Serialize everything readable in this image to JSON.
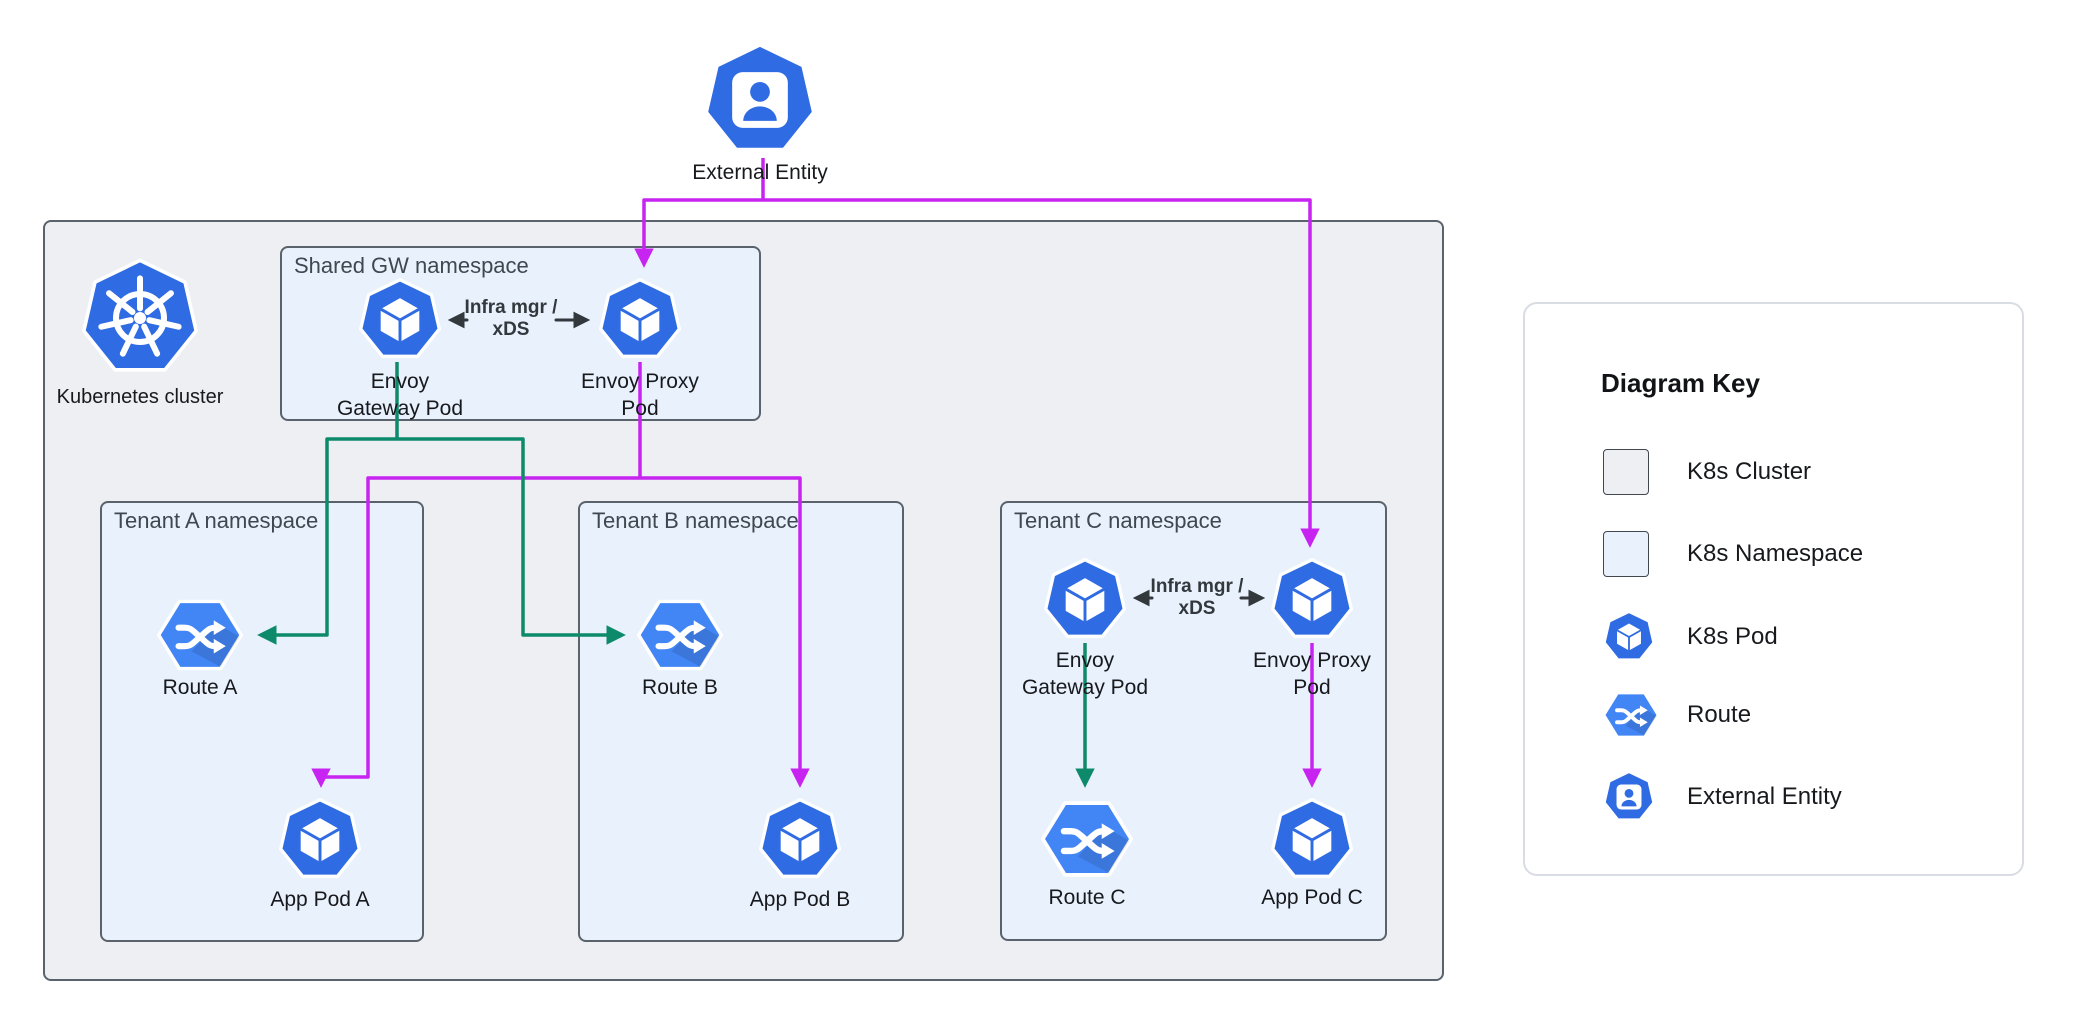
{
  "colors": {
    "pod_blue": "#2f6be2",
    "route_blue": "#4285f4",
    "cluster_bg": "#edeff2",
    "namespace_bg": "#e9f1fc",
    "box_border": "#5a626b",
    "traffic_magenta": "#c724f2",
    "route_attach_green": "#0d8a6a",
    "control_arrow_dark": "#33383d"
  },
  "external_entity": {
    "label": "External Entity"
  },
  "cluster": {
    "label": "Kubernetes cluster"
  },
  "shared_namespace": {
    "title": "Shared GW namespace",
    "gateway_pod": {
      "line1": "Envoy",
      "line2": "Gateway Pod"
    },
    "proxy_pod": {
      "line1": "Envoy Proxy",
      "line2": "Pod"
    },
    "link": {
      "line1": "Infra mgr /",
      "line2": "xDS"
    }
  },
  "tenants": [
    {
      "title": "Tenant A namespace",
      "route": "Route A",
      "app_pod": "App Pod A"
    },
    {
      "title": "Tenant B namespace",
      "route": "Route B",
      "app_pod": "App Pod B"
    },
    {
      "title": "Tenant C namespace",
      "gateway_pod": {
        "line1": "Envoy",
        "line2": "Gateway Pod"
      },
      "proxy_pod": {
        "line1": "Envoy Proxy",
        "line2": "Pod"
      },
      "link": {
        "line1": "Infra mgr /",
        "line2": "xDS"
      },
      "route": "Route C",
      "app_pod": "App Pod C"
    }
  ],
  "key": {
    "title": "Diagram Key",
    "items": [
      {
        "label": "K8s Cluster"
      },
      {
        "label": "K8s Namespace"
      },
      {
        "label": "K8s Pod"
      },
      {
        "label": "Route"
      },
      {
        "label": "External Entity"
      }
    ]
  }
}
